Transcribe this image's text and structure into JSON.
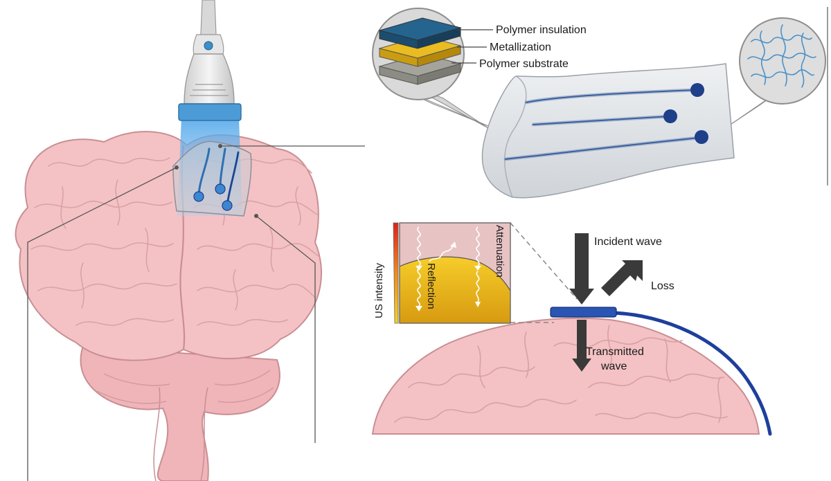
{
  "layers": {
    "insulation": "Polymer insulation",
    "metallization": "Metallization",
    "substrate": "Polymer substrate"
  },
  "waves": {
    "incident": "Incident wave",
    "loss": "Loss",
    "transmitted_line1": "Transmitted",
    "transmitted_line2": "wave"
  },
  "inset": {
    "attenuation": "Attenuation",
    "reflection": "Reflection",
    "us_intensity": "US intensity"
  },
  "colors": {
    "brain_fill": "#f4c2c4",
    "brain_stroke": "#c98e93",
    "probe_blue": "#3c8fc9",
    "electrode_blue": "#1e3f8a",
    "insulation": "#1f5f8b",
    "metallization": "#e0b521",
    "substrate": "#9d9d95",
    "tissue_yellow": "#f2c21a",
    "arrow_gray": "#3a3a3a"
  }
}
